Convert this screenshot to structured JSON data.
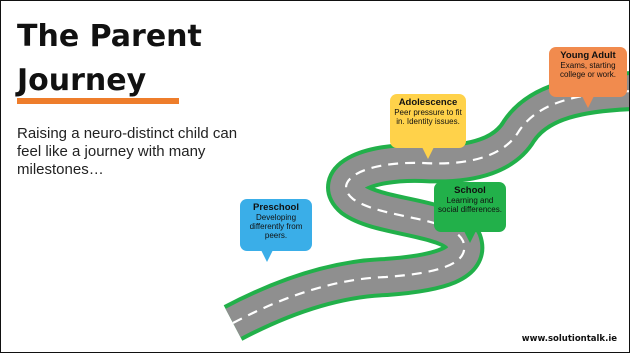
{
  "slide": {
    "title_line1": "The Parent",
    "title_line2": "Journey",
    "intro": "Raising a neuro-distinct child can feel like a journey with many milestones…",
    "website": "www.solutiontalk.ie"
  },
  "milestones": [
    {
      "title": "Preschool",
      "text": "Developing differently from peers.",
      "color": "#3aaee8"
    },
    {
      "title": "Adolescence",
      "text": "Peer pressure to fit in. Identity issues.",
      "color": "#ffd24a"
    },
    {
      "title": "School",
      "text": "Learning and social differences.",
      "color": "#22b04a"
    },
    {
      "title": "Young Adult",
      "text": "Exams, starting college or work.",
      "color": "#f18b4e"
    }
  ],
  "colors": {
    "accent": "#ee7d2b",
    "road": "#8f8f8f",
    "road_edge": "#22b04a",
    "lane_marking": "#ffffff"
  }
}
